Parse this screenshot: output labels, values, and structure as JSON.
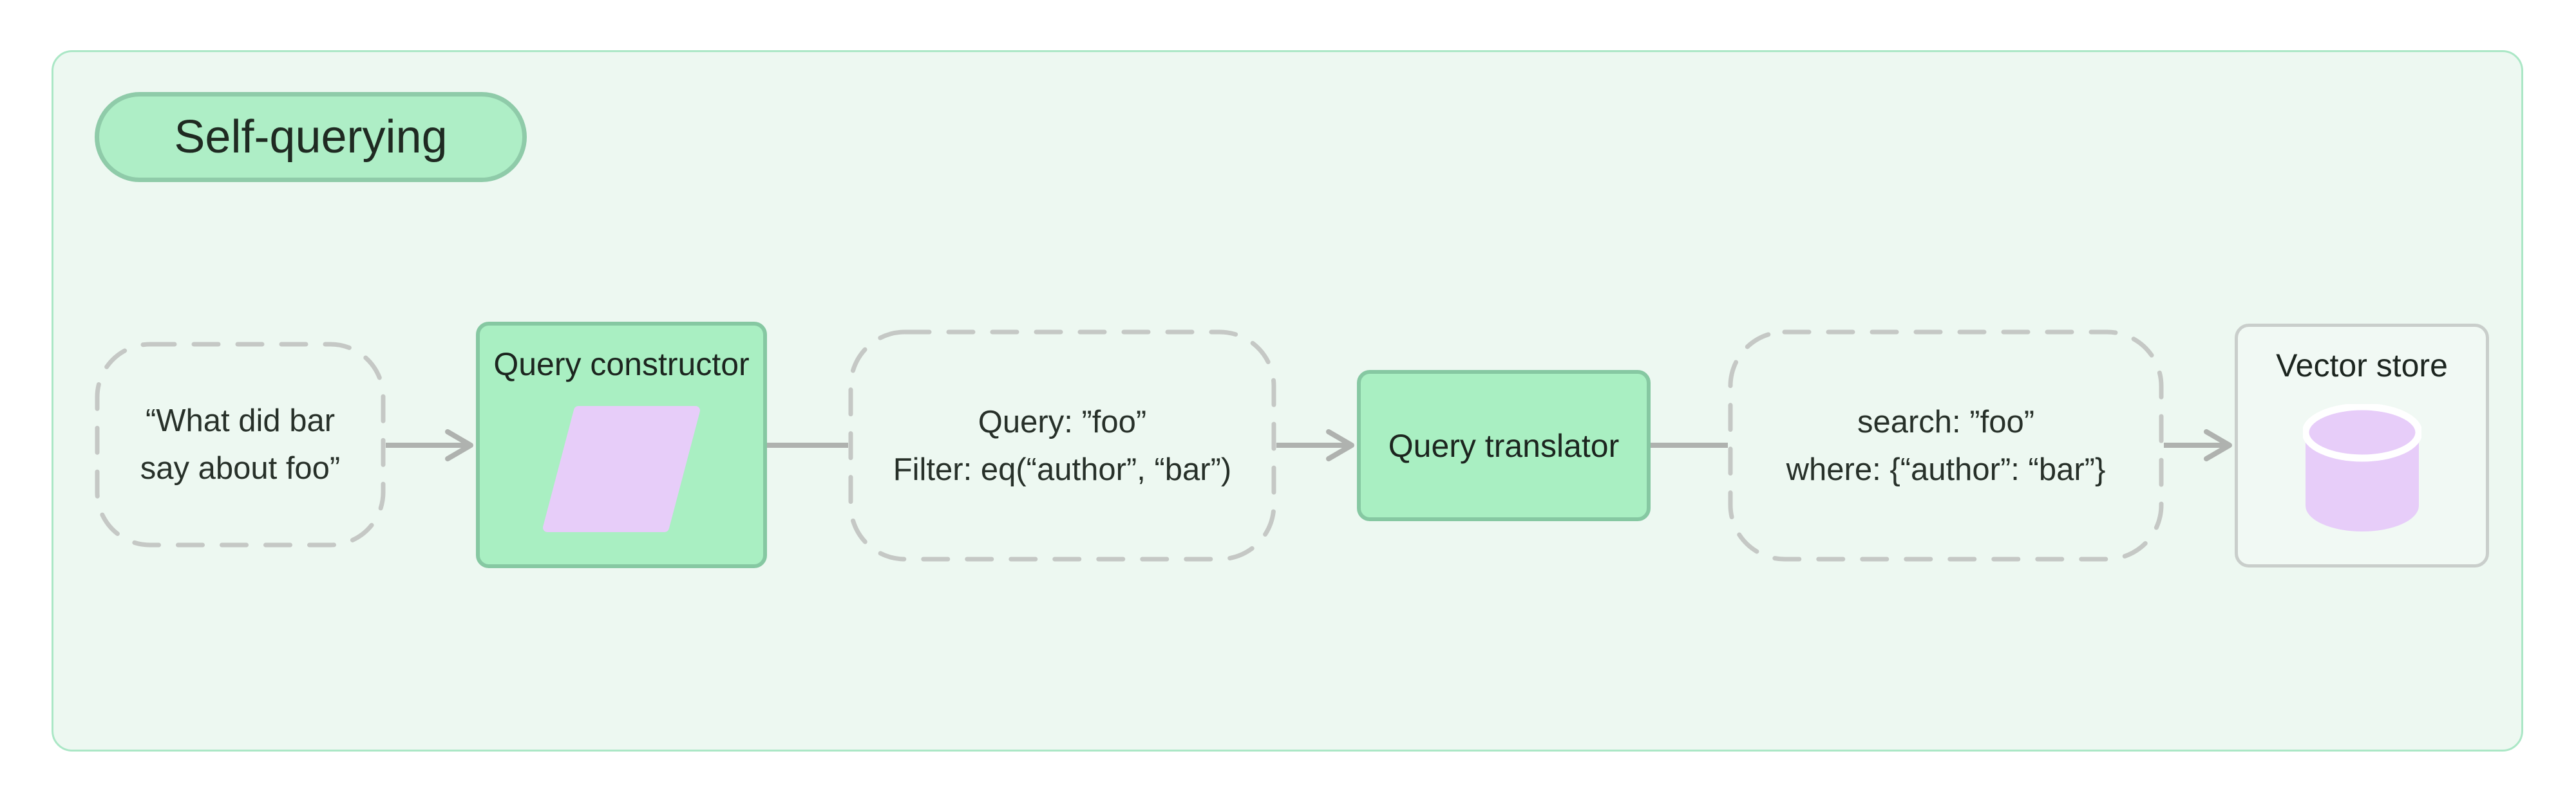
{
  "diagram": {
    "title": "Self-querying",
    "colors": {
      "page_bg": "#ffffff",
      "container_bg": "#edf8f1",
      "container_border": "#abe7c6",
      "green_fill": "#a9efc2",
      "green_border": "#86c8a2",
      "pill_fill": "#aeeec6",
      "pill_border": "#8fcba9",
      "dashed_border": "#c5c8c5",
      "connector_gray": "#afb2af",
      "purple_shape": "#e7cdf9",
      "plain_box_border": "#c9cecb",
      "text": "#273029"
    },
    "nodes": {
      "input_query": {
        "line1": "“What did bar",
        "line2": "say about foo”"
      },
      "query_constructor": {
        "label": "Query constructor",
        "icon": "parallelogram-icon"
      },
      "constructed_query": {
        "line1": "Query: ”foo”",
        "line2": "Filter: eq(“author”, “bar”)"
      },
      "query_translator": {
        "label": "Query translator"
      },
      "translated_query": {
        "line1": "search: ”foo”",
        "line2": "where: {“author”: “bar”}"
      },
      "vector_store": {
        "label": "Vector store",
        "icon": "database-cylinder-icon"
      }
    }
  }
}
